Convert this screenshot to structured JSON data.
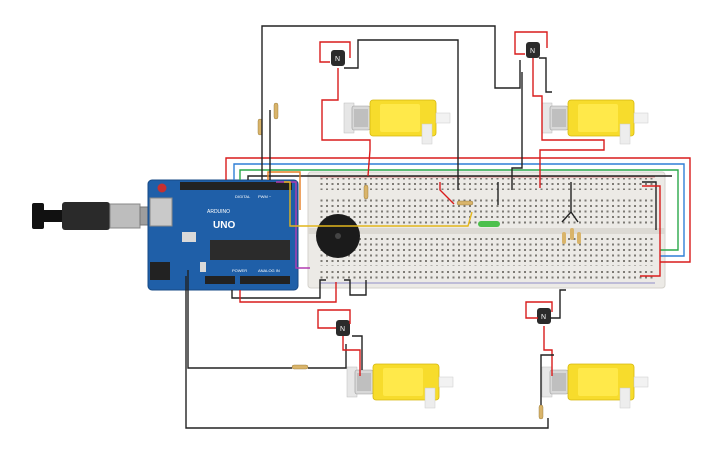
{
  "board": {
    "logo_text": "UNO",
    "brand_text": "ARDUINO",
    "digital_label": "DIGITAL",
    "pwm_label": "PWM ~",
    "power_label": "POWER",
    "analog_label": "ANALOG IN"
  },
  "transistor_label": "N",
  "colors": {
    "wire_red": "#d91c1c",
    "wire_black": "#222222",
    "wire_green": "#2aa84a",
    "wire_blue": "#2f7fd6",
    "wire_yellow": "#e2b61c",
    "wire_orange": "#e67e22",
    "wire_magenta": "#b23bb0",
    "board_blue": "#1f5fa8",
    "motor_yellow": "#f7dc2c",
    "breadboard": "#eceae6"
  },
  "icons": {
    "usb": "usb-cable-icon",
    "motor": "dc-motor-icon",
    "transistor": "npn-transistor-icon",
    "resistor": "resistor-icon",
    "buzzer": "piezo-buzzer-icon",
    "led": "led-icon"
  }
}
